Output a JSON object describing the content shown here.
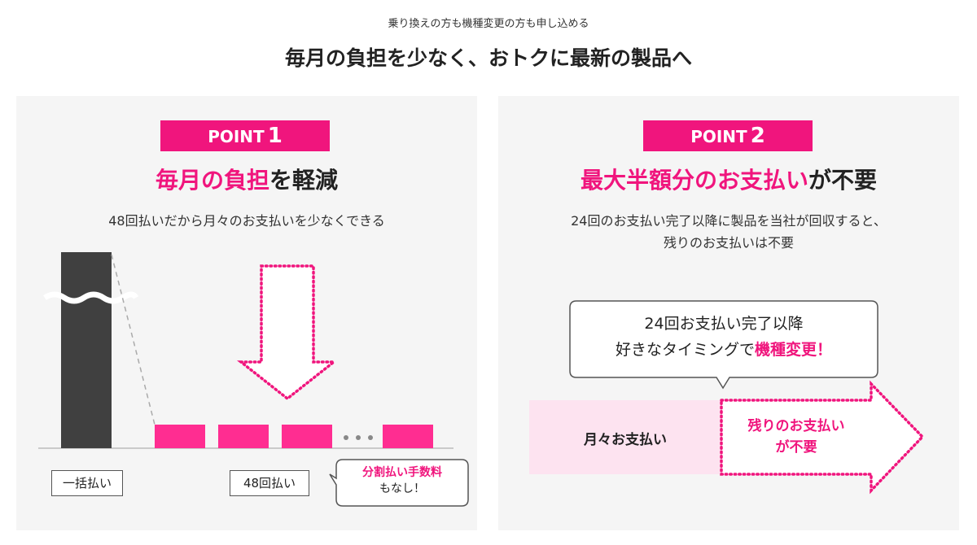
{
  "header": {
    "eyebrow": "乗り換えの方も機種変更の方も申し込める",
    "headline": "毎月の負担を少なく、おトクに最新の製品へ"
  },
  "point1": {
    "badge_label": "POINT",
    "badge_num": "1",
    "title_pink": "毎月の負担",
    "title_rest": "を軽減",
    "subtitle": "48回払いだから月々のお支払いを少なくできる",
    "label_lump": "一括払い",
    "label_48": "48回払い",
    "note_pink": "分割払い手数料",
    "note_rest": "もなし！"
  },
  "point2": {
    "badge_label": "POINT",
    "badge_num": "2",
    "title_pink": "最大半額分のお支払い",
    "title_rest": "が不要",
    "subtitle_line1": "24回のお支払い完了以降に製品を当社が回収すると、",
    "subtitle_line2": "残りのお支払いは不要",
    "bubble_line1": "24回お支払い完了以降",
    "bubble_line2_rest": "好きなタイミングで",
    "bubble_line2_pink": "機種変更！",
    "monthly_label": "月々お支払い",
    "remaining_line1": "残りのお支払い",
    "remaining_line2": "が不要"
  },
  "colors": {
    "accent": "#f0157d",
    "dark": "#404040",
    "panel": "#f5f5f5",
    "light_pink": "#fde3f0"
  }
}
